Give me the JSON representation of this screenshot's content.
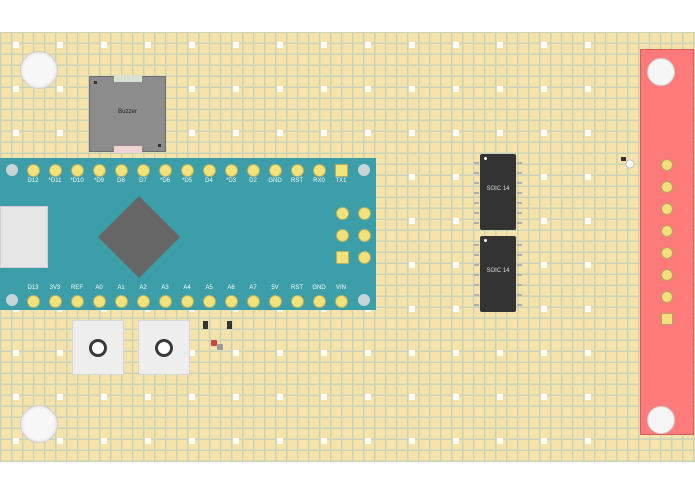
{
  "buzzer": {
    "label": "Buzzer"
  },
  "nano": {
    "top_labels": [
      "D12",
      "*D11",
      "*D10",
      "*D9",
      "D8",
      "D7",
      "*D6",
      "*D5",
      "D4",
      "*D3",
      "D2",
      "GND",
      "RST",
      "RX0",
      "TX1"
    ],
    "bottom_labels": [
      "D13",
      "3V3",
      "REF",
      "A0",
      "A1",
      "A2",
      "A3",
      "A4",
      "A5",
      "A6",
      "A7",
      "5V",
      "RST",
      "GND",
      "VIN"
    ]
  },
  "soic": [
    {
      "label": "SOIC 14"
    },
    {
      "label": "SOIC 14"
    }
  ],
  "colors": {
    "board": "#f6e3a9",
    "nano": "#3b9ea9",
    "connector": "#ff7a7a",
    "chip": "#333333"
  }
}
